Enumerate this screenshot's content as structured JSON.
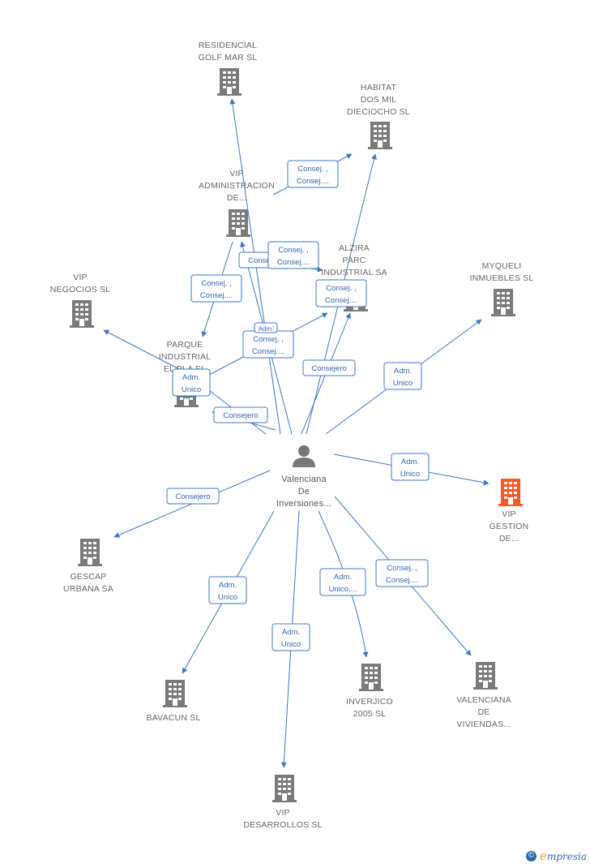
{
  "colors": {
    "edge": "#3a78c9",
    "building": "#7a7a7a",
    "building_highlight": "#f05a28",
    "person": "#777777",
    "label": "#666666"
  },
  "center": {
    "label_lines": [
      "Valenciana",
      "De",
      "Inversiones..."
    ],
    "icon": "person-icon"
  },
  "nodes": [
    {
      "id": "residencial",
      "lines": [
        "RESIDENCIAL",
        "GOLF MAR SL"
      ],
      "icon": "building-icon"
    },
    {
      "id": "habitat",
      "lines": [
        "HABITAT",
        "DOS MIL",
        "DIECIOCHO SL"
      ],
      "icon": "building-icon"
    },
    {
      "id": "vip-admin",
      "lines": [
        "VIP",
        "ADMINISTRACION",
        "DE..."
      ],
      "icon": "building-icon"
    },
    {
      "id": "alzira",
      "lines": [
        "ALZIRA",
        "PARC",
        "INDUSTRIAL SA"
      ],
      "icon": "building-icon"
    },
    {
      "id": "myqueli",
      "lines": [
        "MYQUELI",
        "INMUEBLES SL"
      ],
      "icon": "building-icon"
    },
    {
      "id": "vip-negocios",
      "lines": [
        "VIP",
        "NEGOCIOS SL"
      ],
      "icon": "building-icon"
    },
    {
      "id": "parque",
      "lines": [
        "PARQUE",
        "INDUSTRIAL",
        "EL PLA SL"
      ],
      "icon": "building-icon"
    },
    {
      "id": "vip-gestion",
      "lines": [
        "VIP",
        "GESTION",
        "DE..."
      ],
      "icon": "building-icon",
      "highlight": true
    },
    {
      "id": "gescap",
      "lines": [
        "GESCAP",
        "URBANA SA"
      ],
      "icon": "building-icon"
    },
    {
      "id": "bavacun",
      "lines": [
        "BAVACUN SL"
      ],
      "icon": "building-icon"
    },
    {
      "id": "inverjico",
      "lines": [
        "INVERJICO",
        "2005 SL"
      ],
      "icon": "building-icon"
    },
    {
      "id": "valenciana-viv",
      "lines": [
        "VALENCIANA",
        "DE",
        "VIVIENDAS..."
      ],
      "icon": "building-icon"
    },
    {
      "id": "vip-desarrollos",
      "lines": [
        "VIP",
        "DESARROLLOS SL"
      ],
      "icon": "building-icon"
    }
  ],
  "relations": [
    {
      "id": "r1",
      "lines": [
        "Consej. ,",
        "Consej...."
      ]
    },
    {
      "id": "r2",
      "lines": [
        "Consej. ,",
        "Consej...."
      ]
    },
    {
      "id": "r3",
      "lines": [
        "Consej. ,",
        "Consej...."
      ]
    },
    {
      "id": "r4",
      "lines": [
        "Consej. ,",
        "Consej...."
      ]
    },
    {
      "id": "r5",
      "lines": [
        "Consej. ,",
        "Consej...."
      ]
    },
    {
      "id": "r6",
      "lines": [
        "Consej. ,",
        "Consej...."
      ]
    },
    {
      "id": "r7",
      "lines": [
        "Consejero"
      ]
    },
    {
      "id": "r8",
      "lines": [
        "Adm.",
        "Unico"
      ]
    },
    {
      "id": "r9",
      "lines": [
        "Consejero"
      ]
    },
    {
      "id": "r10",
      "lines": [
        "Adm.",
        "Unico"
      ]
    },
    {
      "id": "r11",
      "lines": [
        "Adm.",
        "Unico"
      ]
    },
    {
      "id": "r12",
      "lines": [
        "Consejero"
      ]
    },
    {
      "id": "r13",
      "lines": [
        "Adm.",
        "Unico"
      ]
    },
    {
      "id": "r14",
      "lines": [
        "Adm.",
        "Unico,..."
      ]
    },
    {
      "id": "r15",
      "lines": [
        "Consej. ,",
        "Consej...."
      ]
    },
    {
      "id": "r16",
      "lines": [
        "Adm.",
        "Unico"
      ]
    },
    {
      "id": "r17",
      "lines": [
        "Adm.",
        "Unico"
      ]
    }
  ],
  "brand": {
    "copyright": "©",
    "name": "mpresia",
    "initial": "e"
  }
}
